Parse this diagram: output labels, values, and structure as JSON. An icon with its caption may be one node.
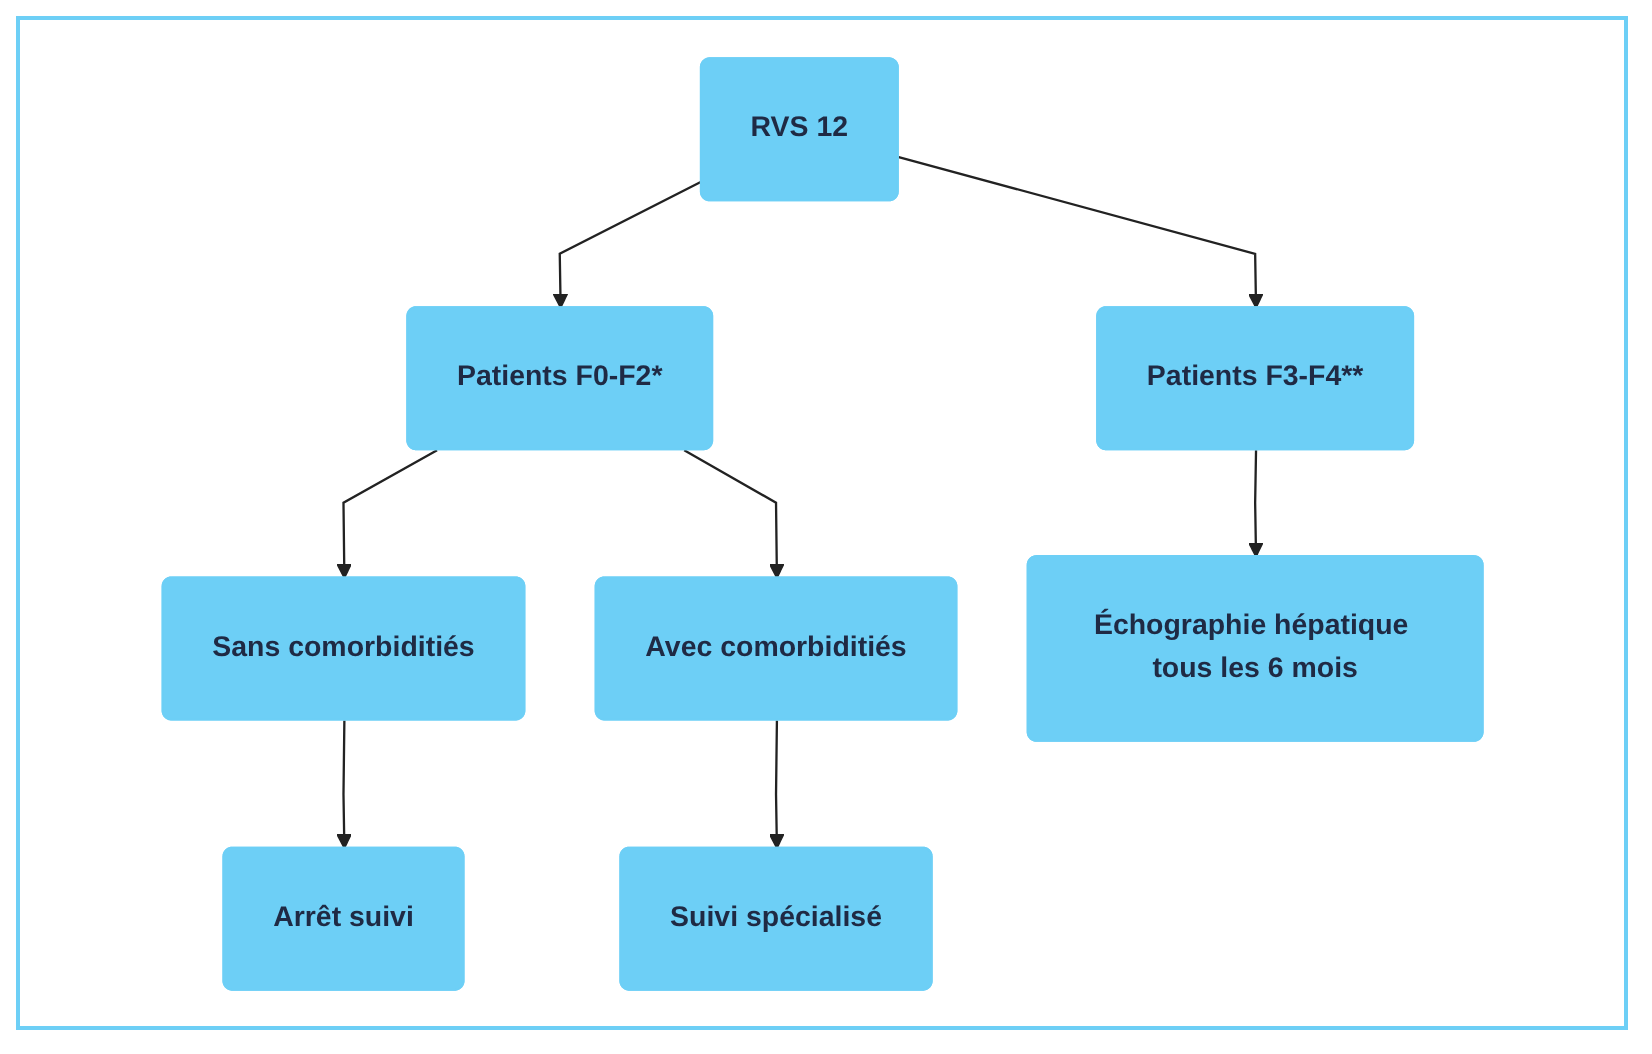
{
  "diagram": {
    "nodes": [
      {
        "text": [
          "RVS 12"
        ]
      },
      {
        "text": [
          "Patients F0-F2*"
        ]
      },
      {
        "text": [
          "Patients F3-F4**"
        ]
      },
      {
        "text": [
          "Sans comorbiditiés"
        ]
      },
      {
        "text": [
          "Avec comorbiditiés"
        ]
      },
      {
        "text": [
          "Arrêt suivi"
        ]
      },
      {
        "text": [
          "Suivi spécialisé"
        ]
      },
      {
        "text": [
          "Échographie hépatique tous les 6 mois"
        ]
      }
    ],
    "edges": [
      {
        "from": 0,
        "to": 1,
        "arrow": "to"
      },
      {
        "from": 0,
        "to": 2,
        "arrow": "to"
      },
      {
        "from": 1,
        "to": 3,
        "arrow": "to"
      },
      {
        "from": 1,
        "to": 4,
        "arrow": "to"
      },
      {
        "from": 3,
        "to": 5,
        "arrow": "to"
      },
      {
        "from": 4,
        "to": 6,
        "arrow": "to"
      },
      {
        "from": 2,
        "to": 7,
        "arrow": "to"
      }
    ]
  }
}
